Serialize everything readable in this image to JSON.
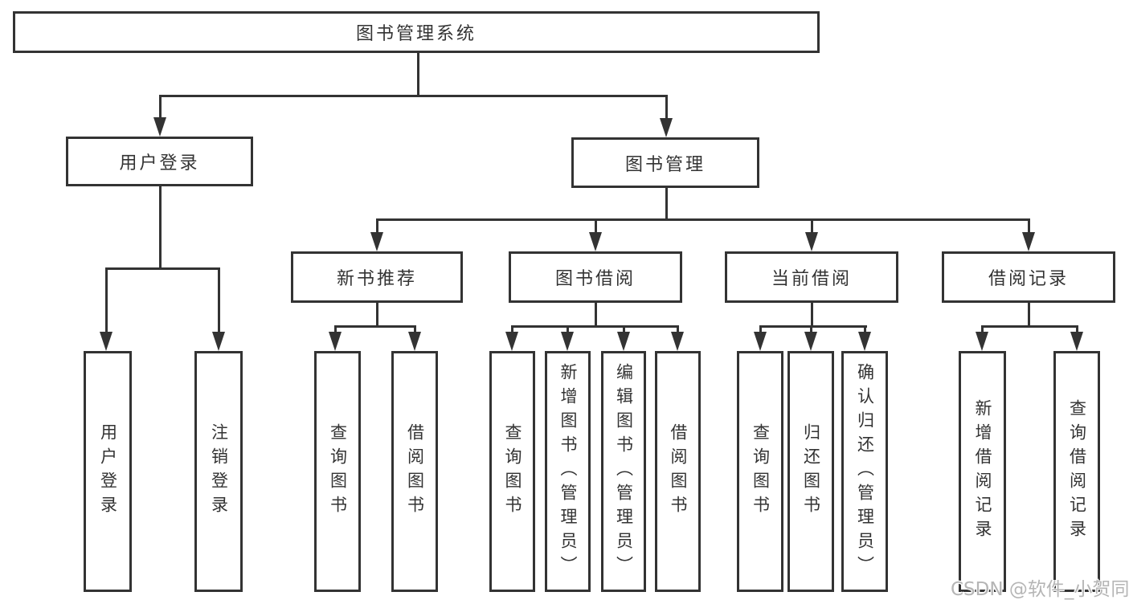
{
  "tree": {
    "label": "图书管理系统",
    "children": [
      {
        "label": "用户登录",
        "children": [
          {
            "label": "用户登录"
          },
          {
            "label": "注销登录"
          }
        ]
      },
      {
        "label": "图书管理",
        "children": [
          {
            "label": "新书推荐",
            "children": [
              {
                "label": "查询图书"
              },
              {
                "label": "借阅图书"
              }
            ]
          },
          {
            "label": "图书借阅",
            "children": [
              {
                "label": "查询图书"
              },
              {
                "label": "新增图书（管理员）"
              },
              {
                "label": "编辑图书（管理员）"
              },
              {
                "label": "借阅图书"
              }
            ]
          },
          {
            "label": "当前借阅",
            "children": [
              {
                "label": "查询图书"
              },
              {
                "label": "归还图书"
              },
              {
                "label": "确认归还（管理员）"
              }
            ]
          },
          {
            "label": "借阅记录",
            "children": [
              {
                "label": "新增借阅记录"
              },
              {
                "label": "查询借阅记录"
              }
            ]
          }
        ]
      }
    ]
  },
  "watermark": {
    "text": "CSDN @软件_小贺同学",
    "color": "#b5b5b5"
  },
  "colors": {
    "line": "#333333",
    "text": "#333333",
    "background": "#ffffff"
  }
}
